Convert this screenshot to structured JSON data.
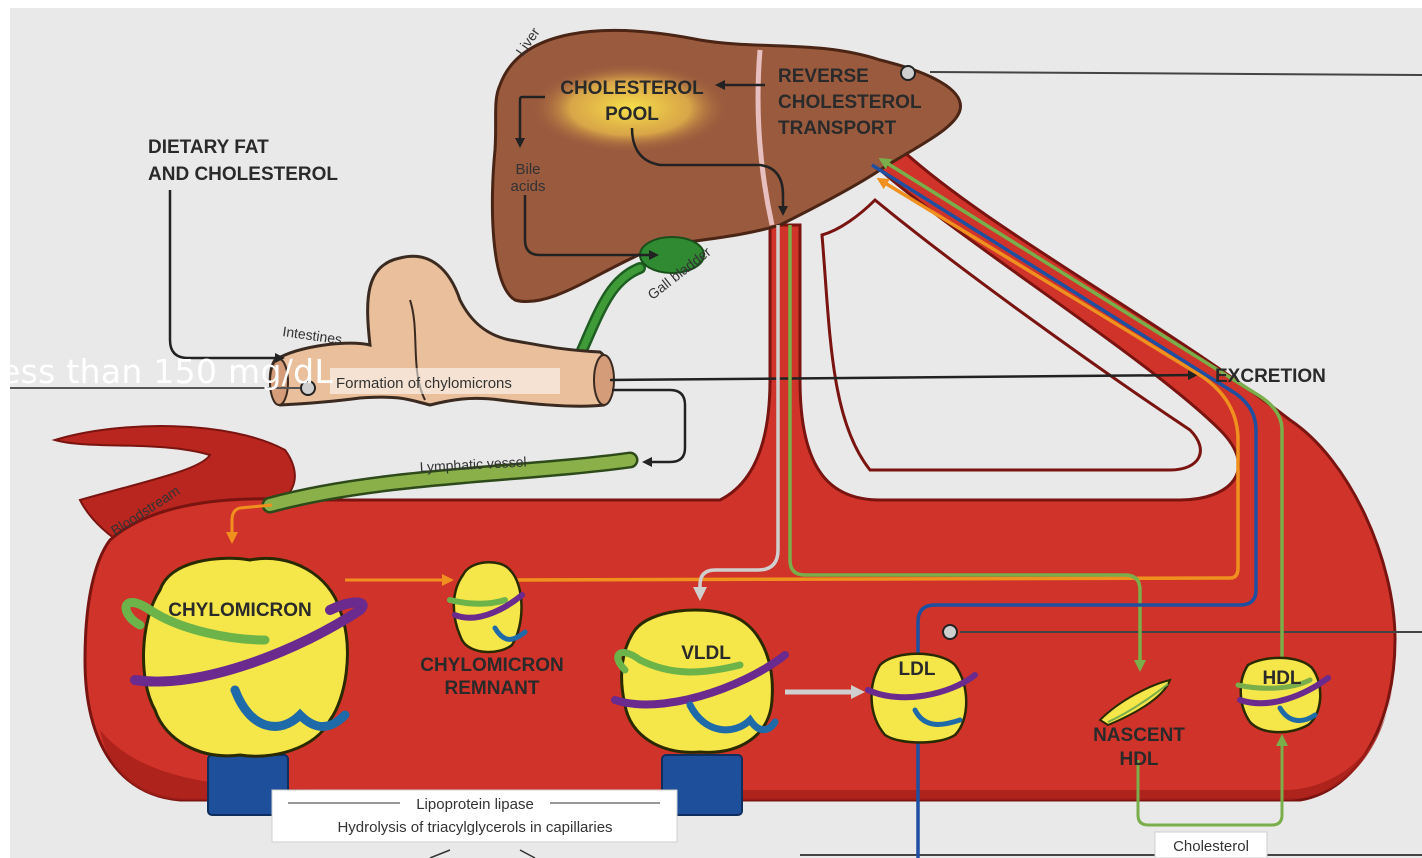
{
  "labels": {
    "liver": "Liver",
    "cholesterol_pool_1": "CHOLESTEROL",
    "cholesterol_pool_2": "POOL",
    "reverse_1": "REVERSE",
    "reverse_2": "CHOLESTEROL",
    "reverse_3": "TRANSPORT",
    "bile_1": "Bile",
    "bile_2": "acids",
    "gall_bladder": "Gall bladder",
    "dietary_1": "DIETARY FAT",
    "dietary_2": "AND CHOLESTEROL",
    "intestines": "Intestines",
    "chylomicron_formation": "Formation of chylomicrons",
    "excretion": "EXCRETION",
    "lymphatic": "Lymphatic vessel",
    "bloodstream": "Bloodstream",
    "chylomicron": "CHYLOMICRON",
    "remnant_1": "CHYLOMICRON",
    "remnant_2": "REMNANT",
    "vldl": "VLDL",
    "ldl": "LDL",
    "hdl": "HDL",
    "nascent_1": "NASCENT",
    "nascent_2": "HDL",
    "lipase_1": "Lipoprotein lipase",
    "lipase_2": "Hydrolysis of triacylglycerols in capillaries",
    "cholesterol_small": "Cholesterol"
  },
  "overlay_text": "ess than 150 mg/dL",
  "colors": {
    "liver": "#9a5a3e",
    "liver_dark": "#6e3a24",
    "blood": "#c8302a",
    "blood_dark": "#8e1c18",
    "lipoprotein": "#f5e64a",
    "green": "#5da63a",
    "purple": "#6a2a8e",
    "blue": "#1f5fa8",
    "orange": "#f0901e",
    "gray_arrow": "#c8c8c8",
    "background": "#e9e9e9"
  }
}
